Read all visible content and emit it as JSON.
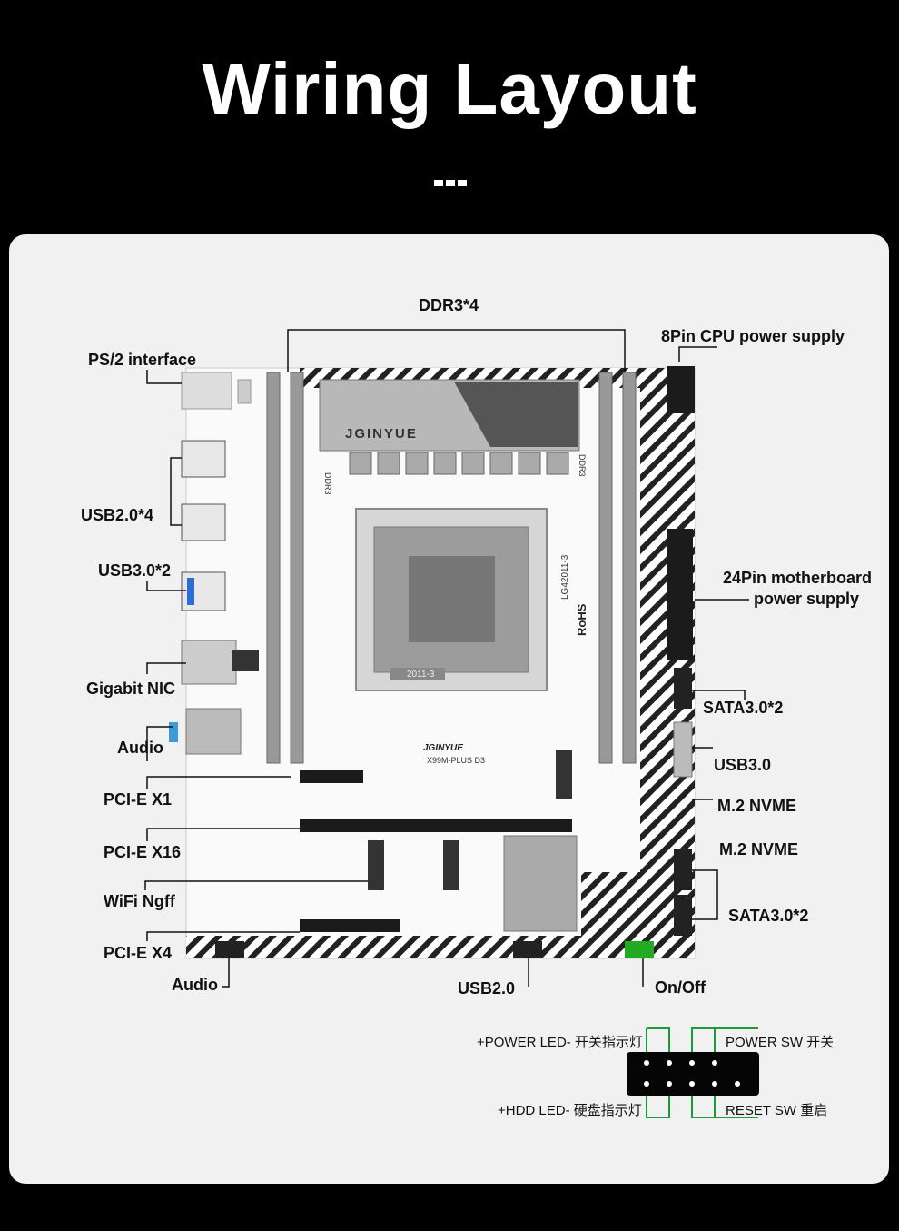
{
  "title": "Wiring Layout",
  "labels": {
    "ddr": "DDR3*4",
    "cpu_power": "8Pin CPU power supply",
    "ps2": "PS/2 interface",
    "usb20x4": "USB2.0*4",
    "usb30x2": "USB3.0*2",
    "mb_power_1": "24Pin motherboard",
    "mb_power_2": "power supply",
    "gigabit": "Gigabit NIC",
    "sata_top": "SATA3.0*2",
    "audio_left": "Audio",
    "usb30": "USB3.0",
    "pcie_x1": "PCI-E X1",
    "m2_a": "M.2 NVME",
    "pcie_x16": "PCI-E X16",
    "m2_b": "M.2 NVME",
    "wifi": "WiFi Ngff",
    "sata_bottom": "SATA3.0*2",
    "pcie_x4": "PCI-E X4",
    "audio_bottom": "Audio",
    "usb20": "USB2.0",
    "onoff": "On/Off"
  },
  "board_text": {
    "brand": "JGINYUE",
    "brand_small": "JGINYUE",
    "model": "X99M-PLUS D3",
    "socket": "LG42011-3",
    "rohs": "RoHS",
    "ddr_left": "DDR3",
    "ddr_right": "DDR3",
    "cpu_mark": "2011-3"
  },
  "front_panel": {
    "power_led": "+POWER LED- 开关指示灯",
    "power_sw": "POWER SW 开关",
    "hdd_led": "+HDD LED- 硬盘指示灯",
    "reset_sw": "RESET SW 重启"
  },
  "colors": {
    "accent_line": "#1a9a3a",
    "board": "#ffffff",
    "slot": "#9a9a9a"
  }
}
